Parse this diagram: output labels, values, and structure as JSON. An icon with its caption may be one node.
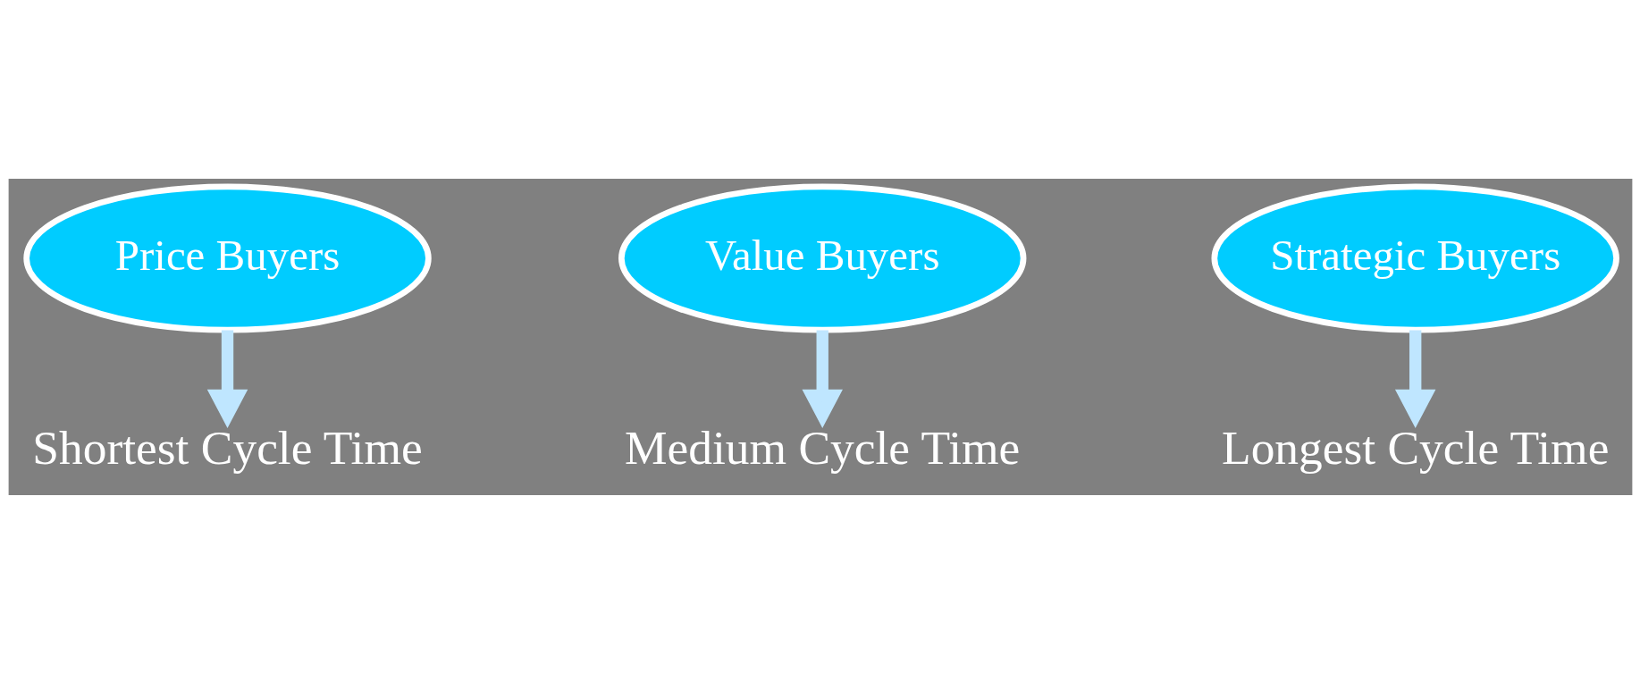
{
  "diagram": {
    "nodes": [
      {
        "text": [
          "Price Buyers"
        ]
      },
      {
        "text": [
          "Shortest Cycle Time"
        ]
      },
      {
        "text": [
          "Value Buyers"
        ]
      },
      {
        "text": [
          "Medium Cycle Time"
        ]
      },
      {
        "text": [
          "Strategic Buyers"
        ]
      },
      {
        "text": [
          "Longest Cycle Time"
        ]
      }
    ],
    "edges": [
      {
        "from": 0,
        "to": 1,
        "arrow": "to"
      },
      {
        "from": 2,
        "to": 3,
        "arrow": "to"
      },
      {
        "from": 4,
        "to": 5,
        "arrow": "to"
      }
    ]
  }
}
